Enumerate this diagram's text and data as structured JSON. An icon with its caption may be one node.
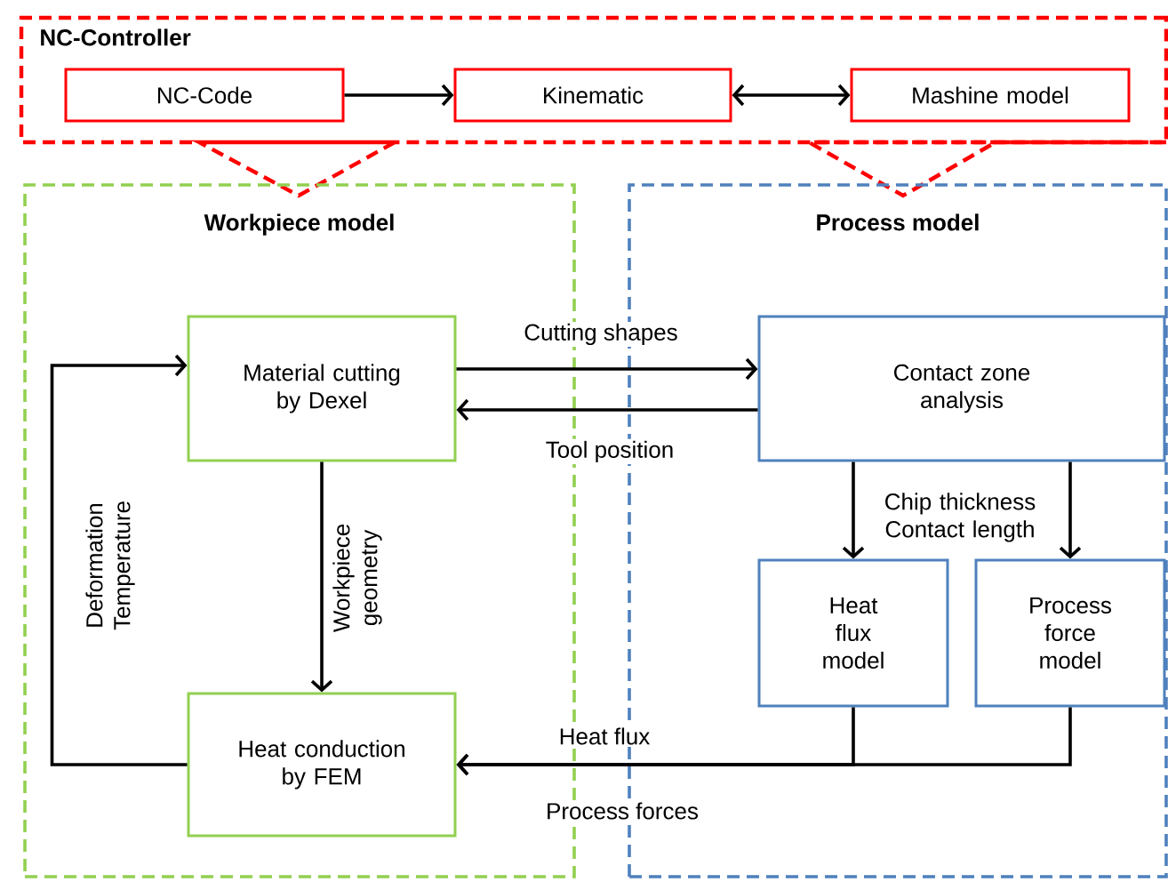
{
  "diagram": {
    "nodes": [
      {
        "text": [
          "NC-Controller"
        ]
      },
      {
        "text": [
          "NC-Code"
        ],
        "in": 0
      },
      {
        "text": [
          "Kinematic"
        ],
        "in": 0
      },
      {
        "text": [
          "Mashine model"
        ],
        "in": 0
      },
      {
        "text": [
          "Workpiece model"
        ]
      },
      {
        "text": [
          "Material cutting by Dexel"
        ],
        "in": 4
      },
      {
        "text": [
          "Heat conduction by FEM"
        ],
        "in": 4
      },
      {
        "text": [
          "Process model"
        ]
      },
      {
        "text": [
          "Contact zone analysis"
        ],
        "in": 7
      },
      {
        "text": [
          "Heat flux model"
        ],
        "in": 7
      },
      {
        "text": [
          "Process force model"
        ],
        "in": 7
      }
    ],
    "edges": [
      {
        "from": 1,
        "to": 2,
        "arrow": "to"
      },
      {
        "from": 2,
        "to": 3,
        "arrow": "both"
      },
      {
        "from": 5,
        "to": 8,
        "arrow": "to",
        "label": "Cutting shapes"
      },
      {
        "from": 8,
        "to": 5,
        "arrow": "to",
        "label": "Tool position"
      },
      {
        "from": 5,
        "to": 6,
        "arrow": "to",
        "label": "Workpiece geometry"
      },
      {
        "from": 6,
        "to": 5,
        "arrow": "to",
        "label": "Deformation Temperature"
      },
      {
        "from": 8,
        "to": 9,
        "arrow": "to"
      },
      {
        "from": 8,
        "to": 10,
        "arrow": "to"
      },
      {
        "from": 9,
        "to": 6,
        "arrow": "to",
        "label": "Heat flux"
      },
      {
        "from": 10,
        "to": 6,
        "arrow": "to",
        "label": "Process forces"
      }
    ],
    "labels": [
      "Chip thickness Contact length"
    ]
  }
}
